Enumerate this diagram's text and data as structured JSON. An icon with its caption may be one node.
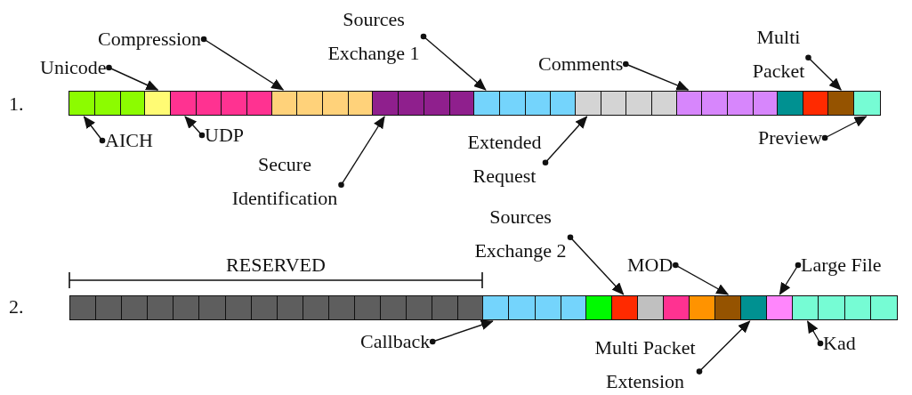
{
  "diagram": {
    "nodes": [
      {
        "text": [],
        "shape": "bar"
      },
      {
        "text": [],
        "shape": "bar"
      },
      {
        "text": [],
        "shape": "bar"
      },
      {
        "text": [],
        "shape": "bar"
      },
      {
        "text": [],
        "shape": "bar"
      },
      {
        "text": [],
        "shape": "bar"
      },
      {
        "text": [],
        "shape": "bar"
      },
      {
        "text": [],
        "shape": "bar"
      },
      {
        "text": [],
        "shape": "bar"
      },
      {
        "text": [],
        "shape": "bar"
      },
      {
        "text": [],
        "shape": "bar"
      },
      {
        "text": [],
        "shape": "bar"
      },
      {
        "text": [
          "Compression"
        ]
      },
      {
        "text": [
          "Unicode"
        ]
      },
      {
        "text": [
          "Sources Exchange 1"
        ]
      },
      {
        "text": [
          "Comments"
        ]
      },
      {
        "text": [
          "Multi Packet"
        ]
      },
      {
        "text": [
          "AICH"
        ]
      },
      {
        "text": [
          "UDP"
        ]
      },
      {
        "text": [
          "Secure Identification"
        ]
      },
      {
        "text": [
          "Extended Request"
        ]
      },
      {
        "text": [
          "Preview"
        ]
      },
      {
        "text": [],
        "shape": "bar"
      },
      {
        "text": [],
        "shape": "bar"
      },
      {
        "text": [],
        "shape": "bar"
      },
      {
        "text": [],
        "shape": "bar"
      },
      {
        "text": [],
        "shape": "bar"
      },
      {
        "text": [],
        "shape": "bar"
      },
      {
        "text": [],
        "shape": "bar"
      },
      {
        "text": [],
        "shape": "bar"
      },
      {
        "text": [],
        "shape": "bar"
      },
      {
        "text": [],
        "shape": "bar"
      },
      {
        "text": [],
        "shape": "bar"
      },
      {
        "text": [
          "Sources Exchange 2"
        ]
      },
      {
        "text": [
          "MOD"
        ]
      },
      {
        "text": [
          "Large File"
        ]
      },
      {
        "text": [
          "Callback"
        ]
      },
      {
        "text": [
          "Multi Packet Extension"
        ]
      },
      {
        "text": [
          "Kad"
        ]
      }
    ],
    "edges": [
      {
        "from": 12,
        "to": 3,
        "arrow": "to"
      },
      {
        "from": 13,
        "to": 1,
        "arrow": "to"
      },
      {
        "from": 14,
        "to": 5,
        "arrow": "to"
      },
      {
        "from": 15,
        "to": 7,
        "arrow": "to"
      },
      {
        "from": 16,
        "to": 10,
        "arrow": "to"
      },
      {
        "from": 17,
        "to": 0,
        "arrow": "to"
      },
      {
        "from": 18,
        "to": 2,
        "arrow": "to"
      },
      {
        "from": 19,
        "to": 4,
        "arrow": "to"
      },
      {
        "from": 20,
        "to": 6,
        "arrow": "to"
      },
      {
        "from": 21,
        "to": 11,
        "arrow": "to"
      },
      {
        "from": 33,
        "to": 25,
        "arrow": "to"
      },
      {
        "from": 34,
        "to": 29,
        "arrow": "to"
      },
      {
        "from": 35,
        "to": 31,
        "arrow": "to"
      },
      {
        "from": 36,
        "to": 23,
        "arrow": "to"
      },
      {
        "from": 37,
        "to": 30,
        "arrow": "to"
      },
      {
        "from": 38,
        "to": 32,
        "arrow": "to"
      }
    ],
    "labels": [
      "1.",
      "RESERVED",
      "2."
    ]
  }
}
